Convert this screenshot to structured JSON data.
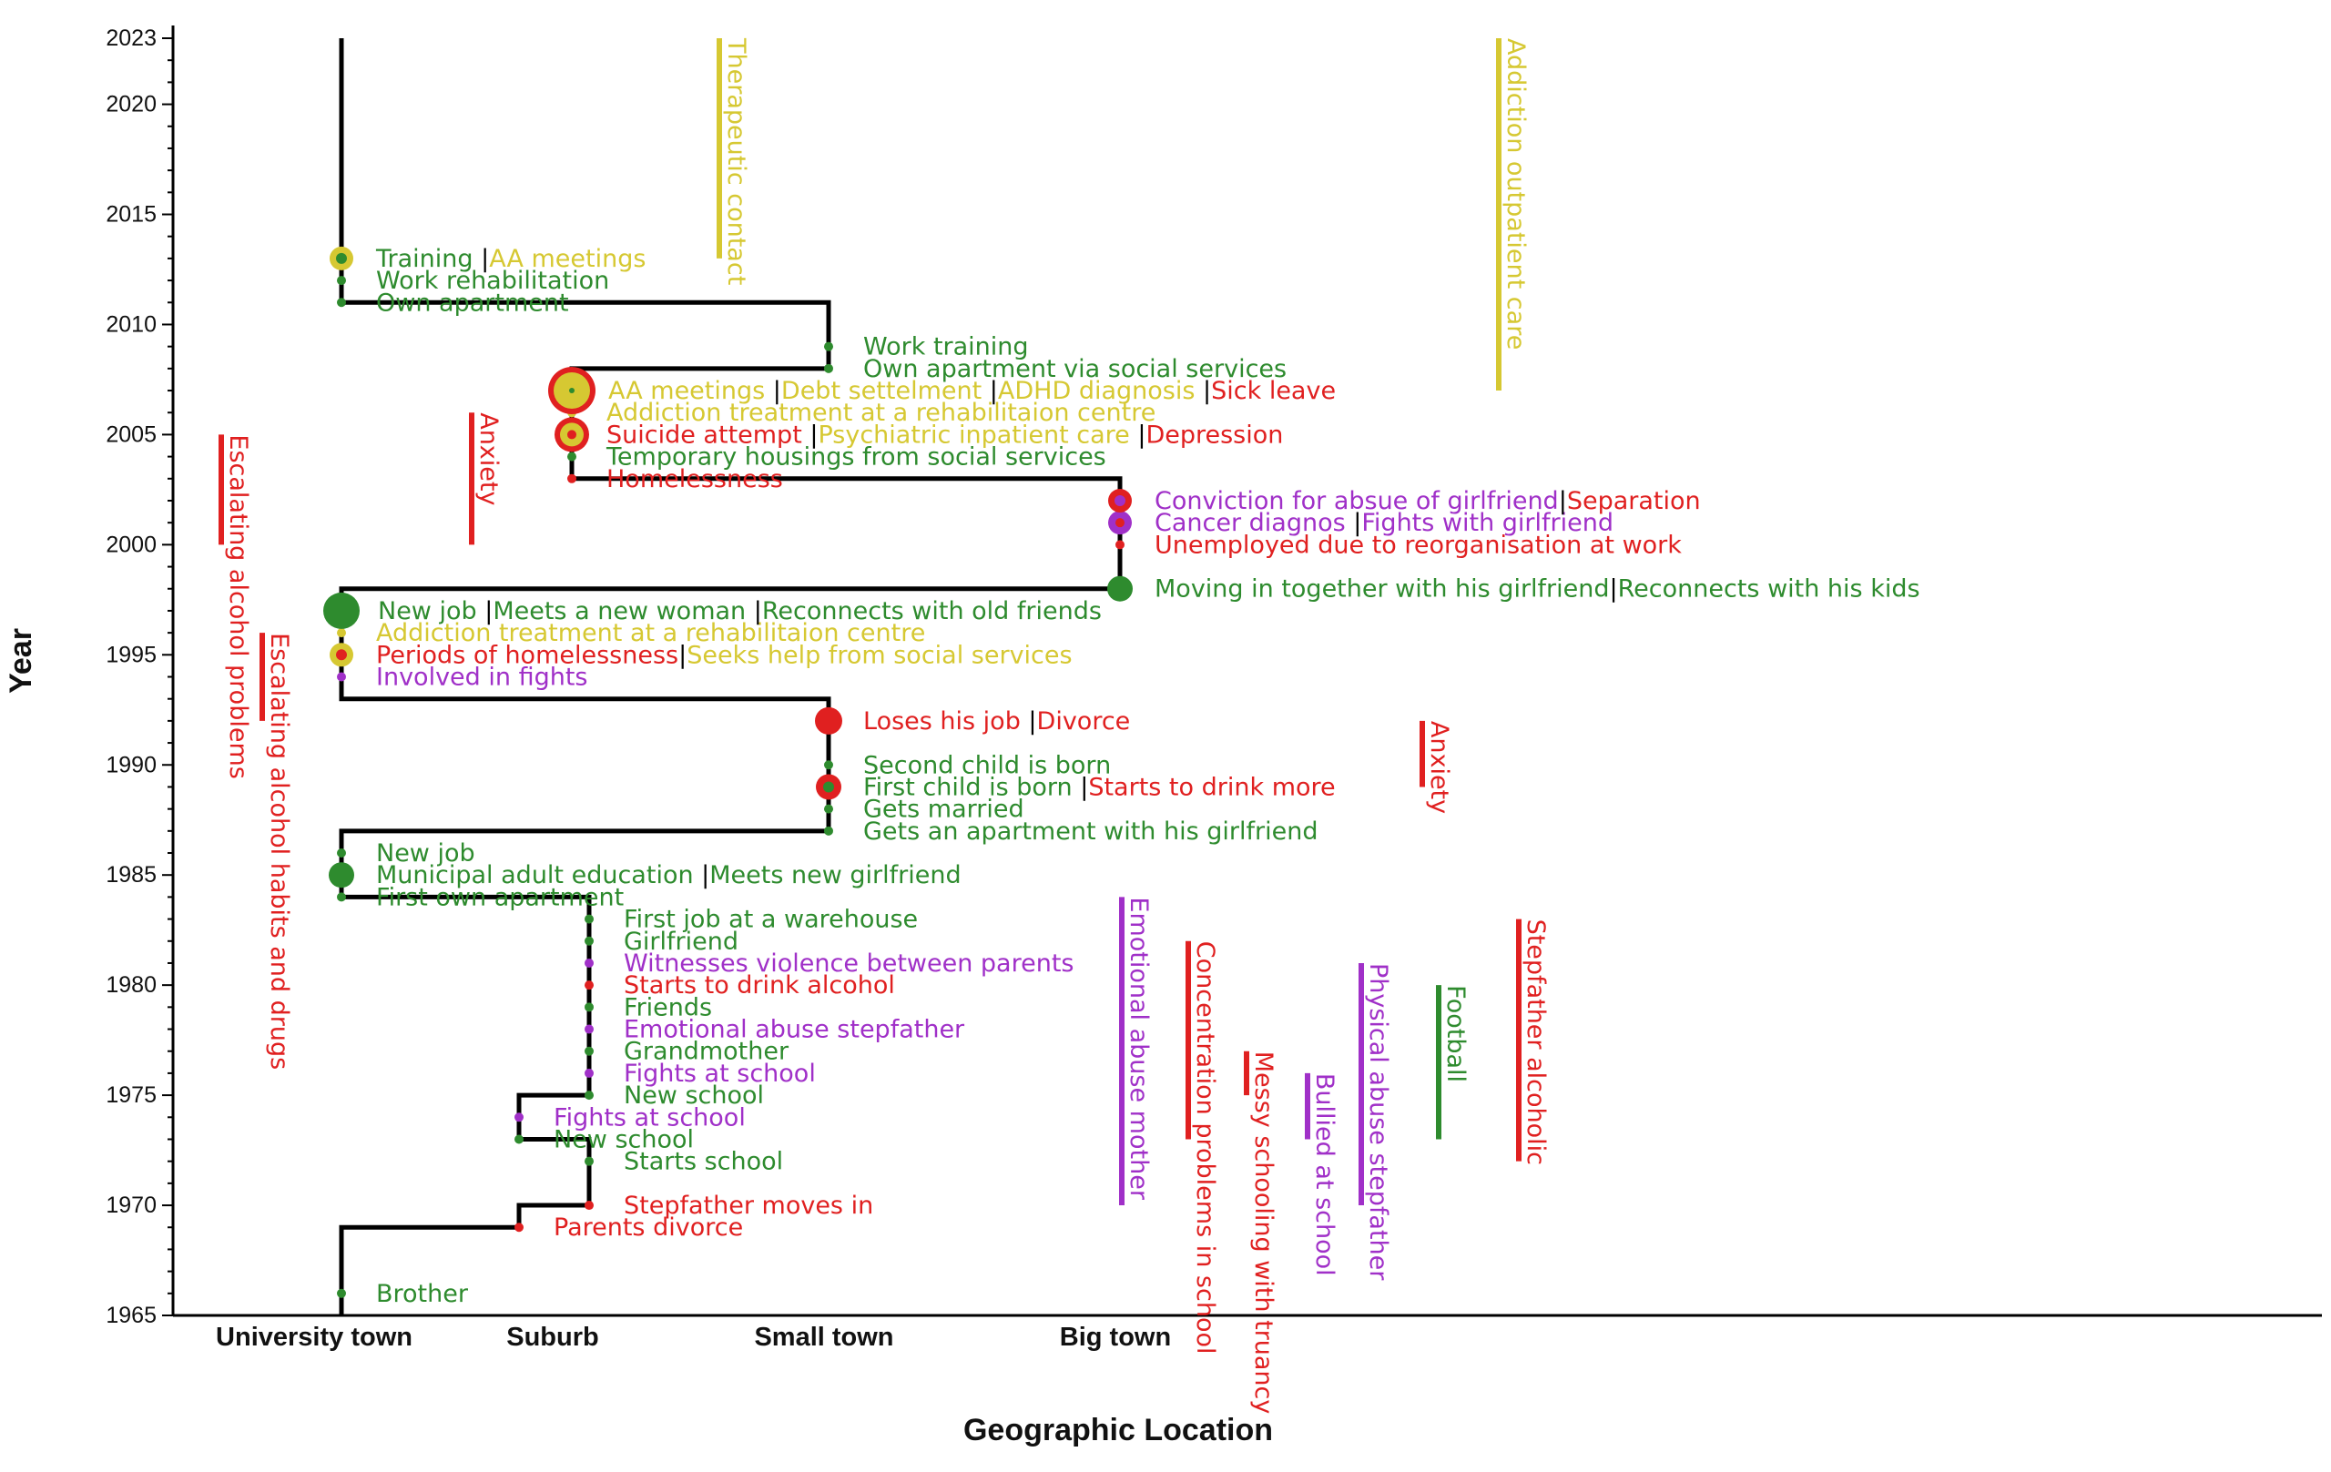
{
  "colors": {
    "life": "#2e8b2e",
    "stress": "#e02020",
    "abuse": "#a030c8",
    "care": "#d6c832",
    "path": "#000000",
    "axis": "#000000"
  },
  "chart_data": {
    "type": "timeline",
    "xlabel": "Geographic Location",
    "ylabel": "Year",
    "ylim": [
      1965,
      2023
    ],
    "yticks": [
      1965,
      1970,
      1975,
      1980,
      1985,
      1990,
      1995,
      2000,
      2005,
      2010,
      2015,
      2020,
      2023
    ],
    "locations": [
      "University town",
      "Suburb",
      "Small town",
      "Big town"
    ],
    "path": [
      {
        "location": "University town",
        "from": 1965,
        "to": 1969
      },
      {
        "location": "Suburb",
        "from": 1969,
        "to": 1970
      },
      {
        "location": "Suburb (east)",
        "from": 1970,
        "to": 1973
      },
      {
        "location": "Suburb",
        "from": 1973,
        "to": 1975
      },
      {
        "location": "Suburb (east)",
        "from": 1975,
        "to": 1984
      },
      {
        "location": "University town",
        "from": 1984,
        "to": 1987
      },
      {
        "location": "Small town",
        "from": 1987,
        "to": 1993
      },
      {
        "location": "University town",
        "from": 1993,
        "to": 1998
      },
      {
        "location": "Big town",
        "from": 1998,
        "to": 2003
      },
      {
        "location": "Suburb (far east)",
        "from": 2003,
        "to": 2008
      },
      {
        "location": "Small town",
        "from": 2008,
        "to": 2011
      },
      {
        "location": "University town",
        "from": 2011,
        "to": 2023
      }
    ],
    "events": [
      {
        "year": 1966,
        "loc": "University town",
        "parts": [
          {
            "t": "Brother",
            "c": "life"
          }
        ]
      },
      {
        "year": 1969,
        "loc": "Suburb",
        "parts": [
          {
            "t": "Parents divorce",
            "c": "stress"
          }
        ]
      },
      {
        "year": 1970,
        "loc": "Suburb (east)",
        "parts": [
          {
            "t": "Stepfather moves in",
            "c": "stress"
          }
        ]
      },
      {
        "year": 1972,
        "loc": "Suburb (east)",
        "parts": [
          {
            "t": "Starts school",
            "c": "life"
          }
        ]
      },
      {
        "year": 1973,
        "loc": "Suburb",
        "parts": [
          {
            "t": "New school",
            "c": "life"
          }
        ]
      },
      {
        "year": 1974,
        "loc": "Suburb",
        "parts": [
          {
            "t": "Fights at school",
            "c": "abuse"
          }
        ]
      },
      {
        "year": 1975,
        "loc": "Suburb (east)",
        "parts": [
          {
            "t": "New school",
            "c": "life"
          }
        ]
      },
      {
        "year": 1976,
        "loc": "Suburb (east)",
        "parts": [
          {
            "t": "Fights at school",
            "c": "abuse"
          }
        ]
      },
      {
        "year": 1977,
        "loc": "Suburb (east)",
        "parts": [
          {
            "t": "Grandmother",
            "c": "life"
          }
        ]
      },
      {
        "year": 1978,
        "loc": "Suburb (east)",
        "parts": [
          {
            "t": "Emotional abuse stepfather",
            "c": "abuse"
          }
        ]
      },
      {
        "year": 1979,
        "loc": "Suburb (east)",
        "parts": [
          {
            "t": "Friends",
            "c": "life"
          }
        ]
      },
      {
        "year": 1980,
        "loc": "Suburb (east)",
        "parts": [
          {
            "t": "Starts to drink alcohol",
            "c": "stress"
          }
        ]
      },
      {
        "year": 1981,
        "loc": "Suburb (east)",
        "parts": [
          {
            "t": "Witnesses violence between parents",
            "c": "abuse"
          }
        ]
      },
      {
        "year": 1982,
        "loc": "Suburb (east)",
        "parts": [
          {
            "t": "Girlfriend",
            "c": "life"
          }
        ]
      },
      {
        "year": 1983,
        "loc": "Suburb (east)",
        "parts": [
          {
            "t": "First job at a warehouse",
            "c": "life"
          }
        ]
      },
      {
        "year": 1984,
        "loc": "University town",
        "parts": [
          {
            "t": "First own apartment",
            "c": "life"
          }
        ]
      },
      {
        "year": 1985,
        "loc": "University town",
        "big": true,
        "parts": [
          {
            "t": "Municipal adult education",
            "c": "life"
          },
          {
            "t": " |",
            "c": "path"
          },
          {
            "t": "Meets new girlfriend",
            "c": "life"
          }
        ]
      },
      {
        "year": 1986,
        "loc": "University town",
        "parts": [
          {
            "t": "New job",
            "c": "life"
          }
        ]
      },
      {
        "year": 1987,
        "loc": "Small town",
        "parts": [
          {
            "t": "Gets an apartment with his girlfriend",
            "c": "life"
          }
        ]
      },
      {
        "year": 1988,
        "loc": "Small town",
        "parts": [
          {
            "t": "Gets married",
            "c": "life"
          }
        ]
      },
      {
        "year": 1989,
        "loc": "Small town",
        "ring": true,
        "parts": [
          {
            "t": "First child is born",
            "c": "life"
          },
          {
            "t": " |",
            "c": "path"
          },
          {
            "t": "Starts to drink more",
            "c": "stress"
          }
        ]
      },
      {
        "year": 1990,
        "loc": "Small town",
        "parts": [
          {
            "t": "Second child is born",
            "c": "life"
          }
        ]
      },
      {
        "year": 1992,
        "loc": "Small town",
        "bigred": true,
        "parts": [
          {
            "t": "Loses his job",
            "c": "stress"
          },
          {
            "t": " |",
            "c": "path"
          },
          {
            "t": "Divorce",
            "c": "stress"
          }
        ]
      },
      {
        "year": 1994,
        "loc": "University town",
        "parts": [
          {
            "t": "Involved in fights",
            "c": "abuse"
          }
        ]
      },
      {
        "year": 1995,
        "loc": "University town",
        "yring": true,
        "parts": [
          {
            "t": "Periods of homelessness",
            "c": "stress"
          },
          {
            "t": "|",
            "c": "path"
          },
          {
            "t": "Seeks help from social services",
            "c": "care"
          }
        ]
      },
      {
        "year": 1996,
        "loc": "University town",
        "parts": [
          {
            "t": "Addiction treatment at a rehabilitaion centre",
            "c": "care"
          }
        ]
      },
      {
        "year": 1997,
        "loc": "University town",
        "huge": true,
        "parts": [
          {
            "t": "New job",
            "c": "life"
          },
          {
            "t": " |",
            "c": "path"
          },
          {
            "t": "Meets a new woman",
            "c": "life"
          },
          {
            "t": " |",
            "c": "path"
          },
          {
            "t": "Reconnects with old friends",
            "c": "life"
          }
        ]
      },
      {
        "year": 1998,
        "loc": "Big town",
        "big": true,
        "parts": [
          {
            "t": "Moving in together with his girlfriend",
            "c": "life"
          },
          {
            "t": "|",
            "c": "path"
          },
          {
            "t": "Reconnects with his kids",
            "c": "life"
          }
        ]
      },
      {
        "year": 2000,
        "loc": "Big town",
        "parts": [
          {
            "t": "Unemployed due to reorganisation at work",
            "c": "stress"
          }
        ]
      },
      {
        "year": 2001,
        "loc": "Big town",
        "pring": true,
        "parts": [
          {
            "t": "Cancer diagnos",
            "c": "abuse"
          },
          {
            "t": " |",
            "c": "path"
          },
          {
            "t": "Fights with girlfriend",
            "c": "abuse"
          }
        ]
      },
      {
        "year": 2002,
        "loc": "Big town",
        "rring": true,
        "parts": [
          {
            "t": "Conviction for absue of girlfriend",
            "c": "abuse"
          },
          {
            "t": "|",
            "c": "path"
          },
          {
            "t": "Separation",
            "c": "stress"
          }
        ]
      },
      {
        "year": 2003,
        "loc": "Suburb (far east)",
        "parts": [
          {
            "t": "Homelessness",
            "c": "stress"
          }
        ]
      },
      {
        "year": 2004,
        "loc": "Suburb (far east)",
        "parts": [
          {
            "t": "Temporary housings from social services",
            "c": "life"
          }
        ]
      },
      {
        "year": 2005,
        "loc": "Suburb (far east)",
        "yring2": true,
        "parts": [
          {
            "t": "Suicide attempt",
            "c": "stress"
          },
          {
            "t": " |",
            "c": "path"
          },
          {
            "t": "Psychiatric inpatient care",
            "c": "care"
          },
          {
            "t": " |",
            "c": "path"
          },
          {
            "t": "Depression",
            "c": "stress"
          }
        ]
      },
      {
        "year": 2006,
        "loc": "Suburb (far east)",
        "parts": [
          {
            "t": "Addiction treatment at a rehabilitaion centre",
            "c": "care"
          }
        ]
      },
      {
        "year": 2007,
        "loc": "Suburb (far east)",
        "yhuge": true,
        "parts": [
          {
            "t": "AA meetings",
            "c": "care"
          },
          {
            "t": " |",
            "c": "path"
          },
          {
            "t": "Debt settelment",
            "c": "care"
          },
          {
            "t": " |",
            "c": "path"
          },
          {
            "t": "ADHD diagnosis",
            "c": "care"
          },
          {
            "t": " |",
            "c": "path"
          },
          {
            "t": "Sick leave",
            "c": "stress"
          }
        ]
      },
      {
        "year": 2008,
        "loc": "Small town",
        "parts": [
          {
            "t": "Own apartment via social services",
            "c": "life"
          }
        ]
      },
      {
        "year": 2009,
        "loc": "Small town",
        "parts": [
          {
            "t": "Work training",
            "c": "life"
          }
        ]
      },
      {
        "year": 2011,
        "loc": "University town",
        "parts": [
          {
            "t": "Own apartment",
            "c": "life"
          }
        ]
      },
      {
        "year": 2012,
        "loc": "University town",
        "parts": [
          {
            "t": "Work rehabilitation",
            "c": "life"
          }
        ]
      },
      {
        "year": 2013,
        "loc": "University town",
        "yring3": true,
        "parts": [
          {
            "t": "Training",
            "c": "life"
          },
          {
            "t": " |",
            "c": "path"
          },
          {
            "t": "AA meetings",
            "c": "care"
          }
        ]
      }
    ],
    "bars": [
      {
        "label": "Escalating alcohol problems",
        "from": 2000,
        "to": 2005,
        "c": "stress",
        "col": 0
      },
      {
        "label": "Escalating alcohol habits and drugs",
        "from": 1992,
        "to": 1996,
        "c": "stress",
        "col": 1
      },
      {
        "label": "Anxiety",
        "from": 2000,
        "to": 2006,
        "c": "stress",
        "col": 2
      },
      {
        "label": "Therapeutic contact",
        "from": 2013,
        "to": 2023,
        "c": "care",
        "col": 3
      },
      {
        "label": "Emotional abuse mother",
        "from": 1970,
        "to": 1984,
        "c": "abuse",
        "col": 4
      },
      {
        "label": "Concentration problems in school",
        "from": 1973,
        "to": 1982,
        "c": "stress",
        "col": 5
      },
      {
        "label": "Messy schooling with truancy",
        "from": 1975,
        "to": 1977,
        "c": "stress",
        "col": 6
      },
      {
        "label": "Bullied at school",
        "from": 1973,
        "to": 1976,
        "c": "abuse",
        "col": 7
      },
      {
        "label": "Physical abuse stepfather",
        "from": 1970,
        "to": 1981,
        "c": "abuse",
        "col": 8
      },
      {
        "label": "Anxiety",
        "from": 1989,
        "to": 1992,
        "c": "stress",
        "col": 9
      },
      {
        "label": "Football",
        "from": 1973,
        "to": 1980,
        "c": "life",
        "col": 10
      },
      {
        "label": "Addiction outpatient care",
        "from": 2007,
        "to": 2023,
        "c": "care",
        "col": 11
      },
      {
        "label": "Stepfather alcoholic",
        "from": 1972,
        "to": 1983,
        "c": "stress",
        "col": 12
      }
    ]
  }
}
